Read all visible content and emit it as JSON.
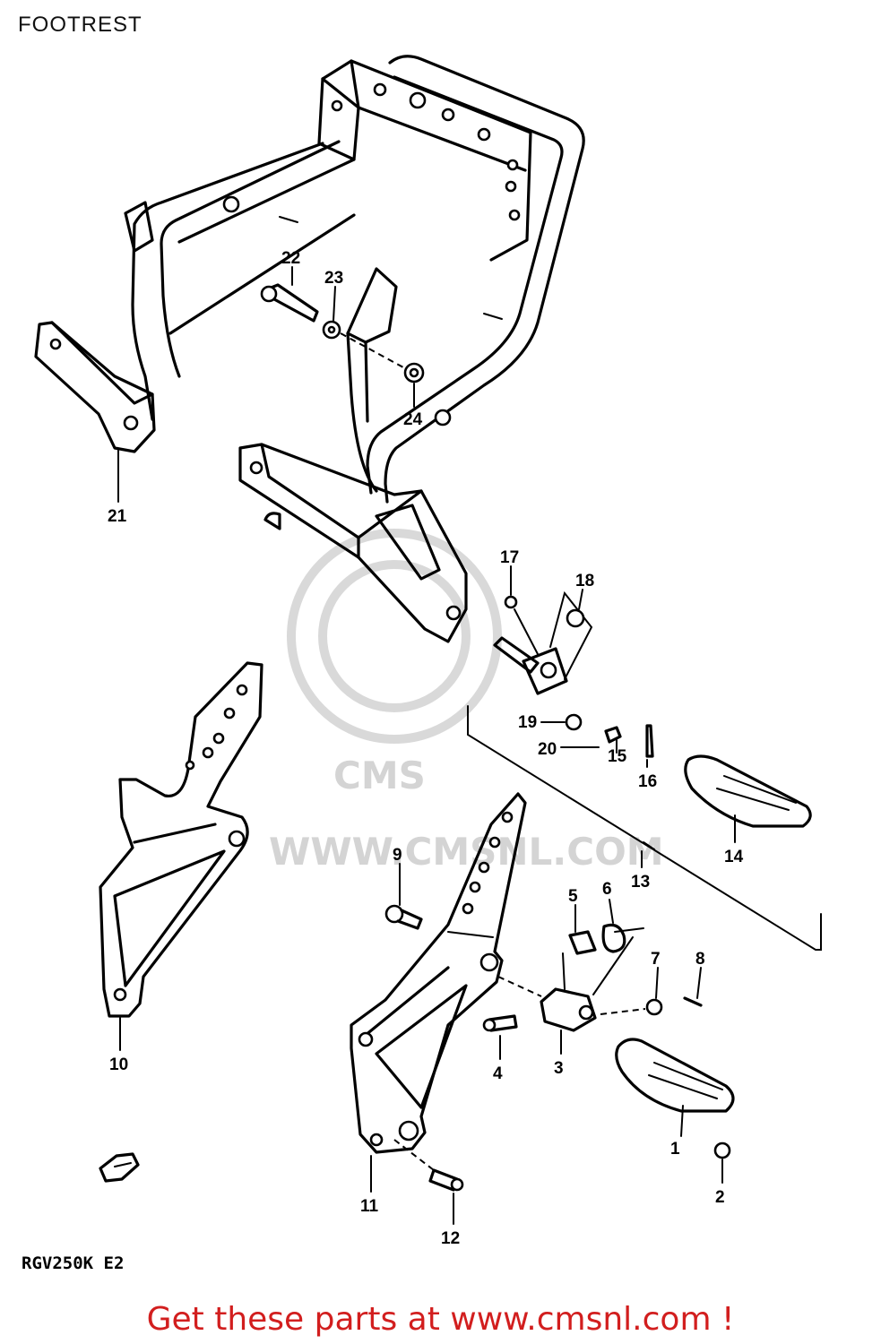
{
  "title": "FOOTREST",
  "model_code": "RGV250K E2",
  "watermark": {
    "logo_text": "CMS",
    "url_text": "WWW.CMSNL.COM"
  },
  "callouts": [
    {
      "id": "c1",
      "label": "1"
    },
    {
      "id": "c2",
      "label": "2"
    },
    {
      "id": "c3",
      "label": "3"
    },
    {
      "id": "c4",
      "label": "4"
    },
    {
      "id": "c5",
      "label": "5"
    },
    {
      "id": "c6",
      "label": "6"
    },
    {
      "id": "c7",
      "label": "7"
    },
    {
      "id": "c8",
      "label": "8"
    },
    {
      "id": "c9",
      "label": "9"
    },
    {
      "id": "c10",
      "label": "10"
    },
    {
      "id": "c11",
      "label": "11"
    },
    {
      "id": "c12",
      "label": "12"
    },
    {
      "id": "c13",
      "label": "13"
    },
    {
      "id": "c14",
      "label": "14"
    },
    {
      "id": "c15",
      "label": "15"
    },
    {
      "id": "c16",
      "label": "16"
    },
    {
      "id": "c17",
      "label": "17"
    },
    {
      "id": "c18",
      "label": "18"
    },
    {
      "id": "c19",
      "label": "19"
    },
    {
      "id": "c20",
      "label": "20"
    },
    {
      "id": "c21",
      "label": "21"
    },
    {
      "id": "c22",
      "label": "22"
    },
    {
      "id": "c23",
      "label": "23"
    },
    {
      "id": "c24",
      "label": "24"
    }
  ],
  "promo": "Get these parts at www.cmsnl.com !",
  "colors": {
    "promo": "#d21e1e",
    "line": "#000000",
    "watermark": "#d4d4d4"
  }
}
